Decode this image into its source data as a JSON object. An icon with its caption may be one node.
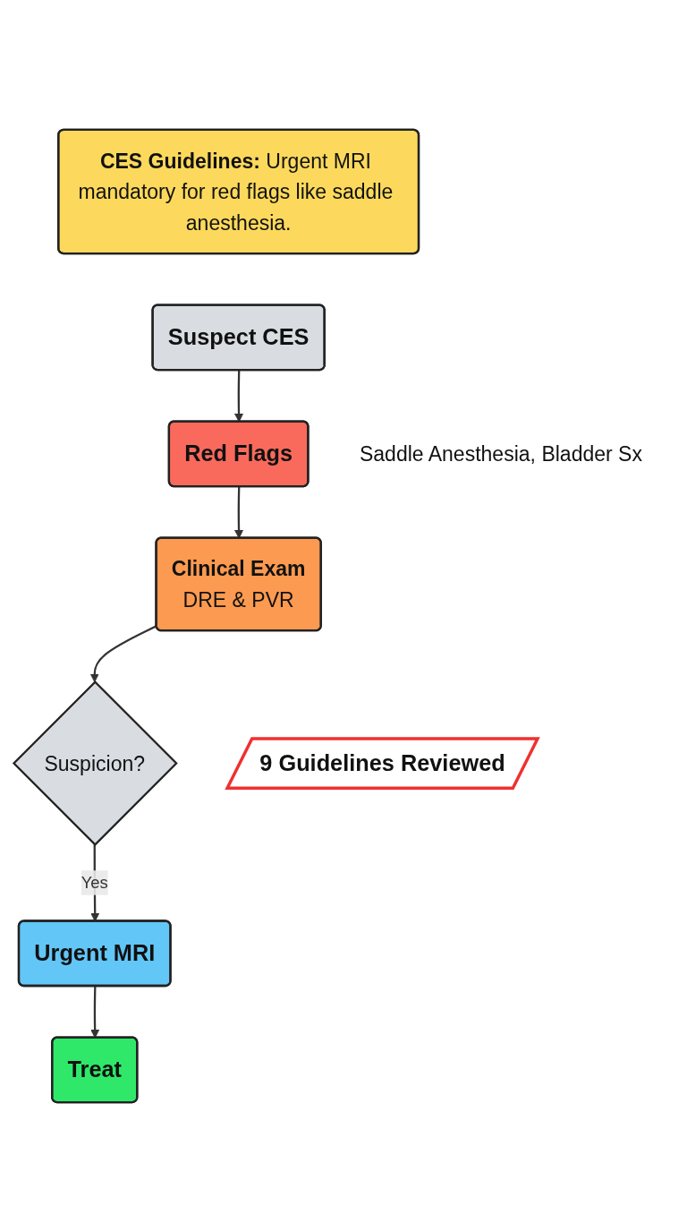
{
  "diagram": {
    "nodes": [
      {
        "text": [
          "**CES Guidelines:** Urgent MRI mandatory for red flags like saddle anesthesia."
        ]
      },
      {
        "text": [
          "Suspect CES"
        ]
      },
      {
        "text": [
          "Red Flags"
        ],
        "beside": [
          "Saddle Anesthesia, Bladder Sx"
        ]
      },
      {
        "text": [
          "Clinical Exam",
          "DRE & PVR"
        ]
      },
      {
        "text": [
          "Suspicion?"
        ]
      },
      {
        "text": [
          "Urgent MRI"
        ]
      },
      {
        "text": [
          "Treat"
        ]
      },
      {
        "text": [
          "9 Guidelines Reviewed"
        ]
      }
    ],
    "edges": [
      {
        "from": 1,
        "to": 2,
        "arrow": "to"
      },
      {
        "from": 2,
        "to": 3,
        "arrow": "to"
      },
      {
        "from": 3,
        "to": 4,
        "arrow": "to"
      },
      {
        "from": 4,
        "to": 5,
        "label": "Yes",
        "arrow": "to"
      },
      {
        "from": 5,
        "to": 6,
        "arrow": "to"
      }
    ]
  }
}
